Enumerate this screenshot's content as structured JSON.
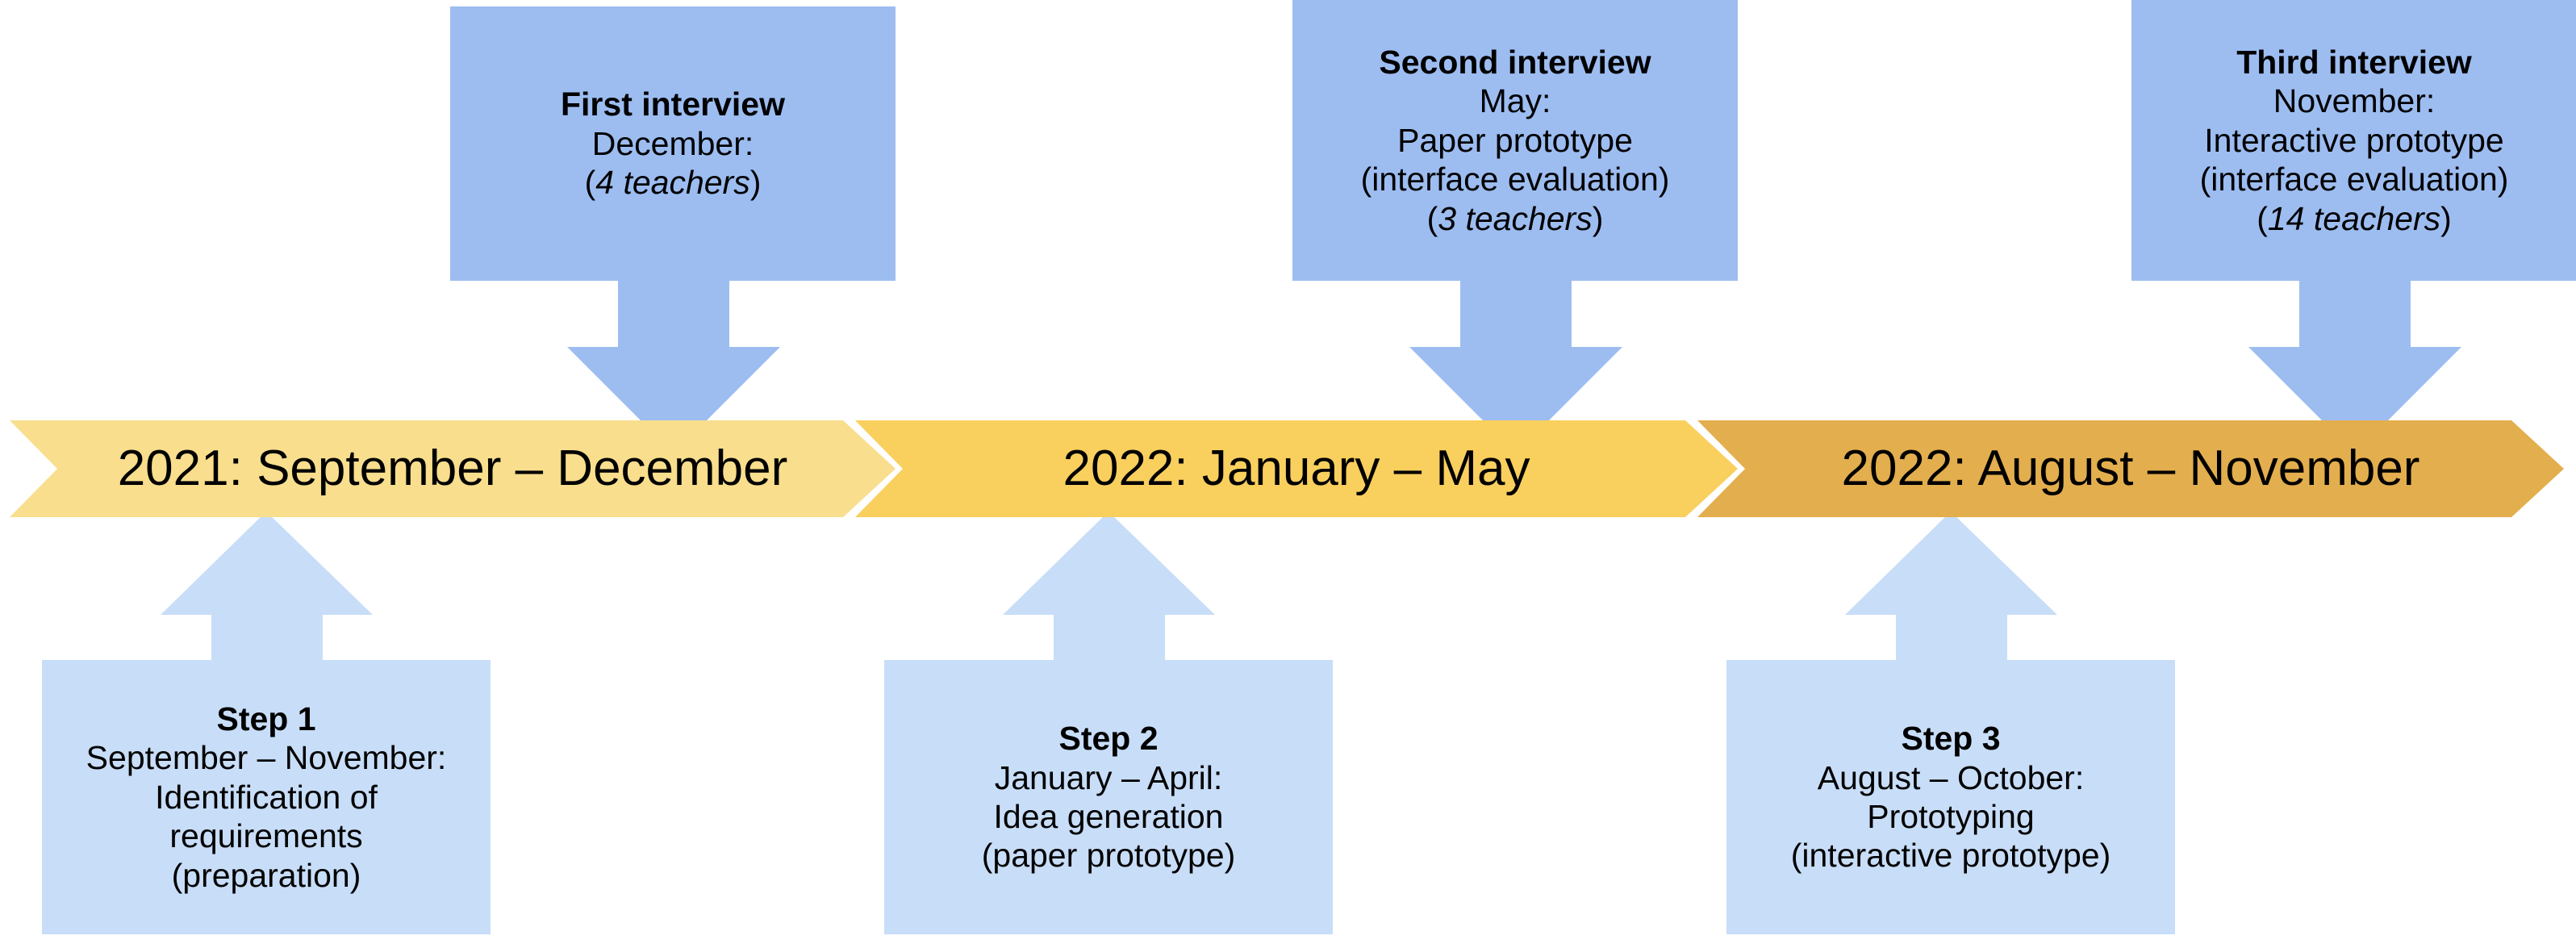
{
  "colors": {
    "interview_box_fill": "#9DBDF1",
    "step_box_fill": "#C8DDF7",
    "arrow_down_fill": "#9DBDF1",
    "arrow_up_fill": "#C8DDF7",
    "phase_1_fill": "#F8DE8D",
    "phase_2_fill": "#F9CF5E",
    "phase_3_fill": "#E3AE4D",
    "text": "#000000",
    "background": "#FFFFFF"
  },
  "timeline": {
    "phases": [
      {
        "label": "2021: September – December",
        "fill": "#F8DE8D"
      },
      {
        "label": "2022: January – May",
        "fill": "#F9CF5E"
      },
      {
        "label": "2022: August – November",
        "fill": "#E3AE4D"
      }
    ]
  },
  "interviews": [
    {
      "title": "First interview",
      "line2": "December:",
      "line3_open": "(",
      "line3_italic": "4 teachers",
      "line3_close": ")"
    },
    {
      "title": "Second interview",
      "line2": "May:",
      "line3": "Paper prototype",
      "line4": "(interface evaluation)",
      "line5_open": "(",
      "line5_italic": "3 teachers",
      "line5_close": ")"
    },
    {
      "title": "Third interview",
      "line2": "November:",
      "line3": "Interactive prototype",
      "line4": "(interface evaluation)",
      "line5_open": "(",
      "line5_italic": "14 teachers",
      "line5_close": ")"
    }
  ],
  "steps": [
    {
      "title": "Step 1",
      "line2": "September – November:",
      "line3": "Identification of",
      "line4": "requirements",
      "line5": "(preparation)"
    },
    {
      "title": "Step 2",
      "line2": "January – April:",
      "line3": "Idea generation",
      "line4": "(paper prototype)"
    },
    {
      "title": "Step 3",
      "line2": "August – October:",
      "line3": "Prototyping",
      "line4": "(interactive prototype)"
    }
  ]
}
